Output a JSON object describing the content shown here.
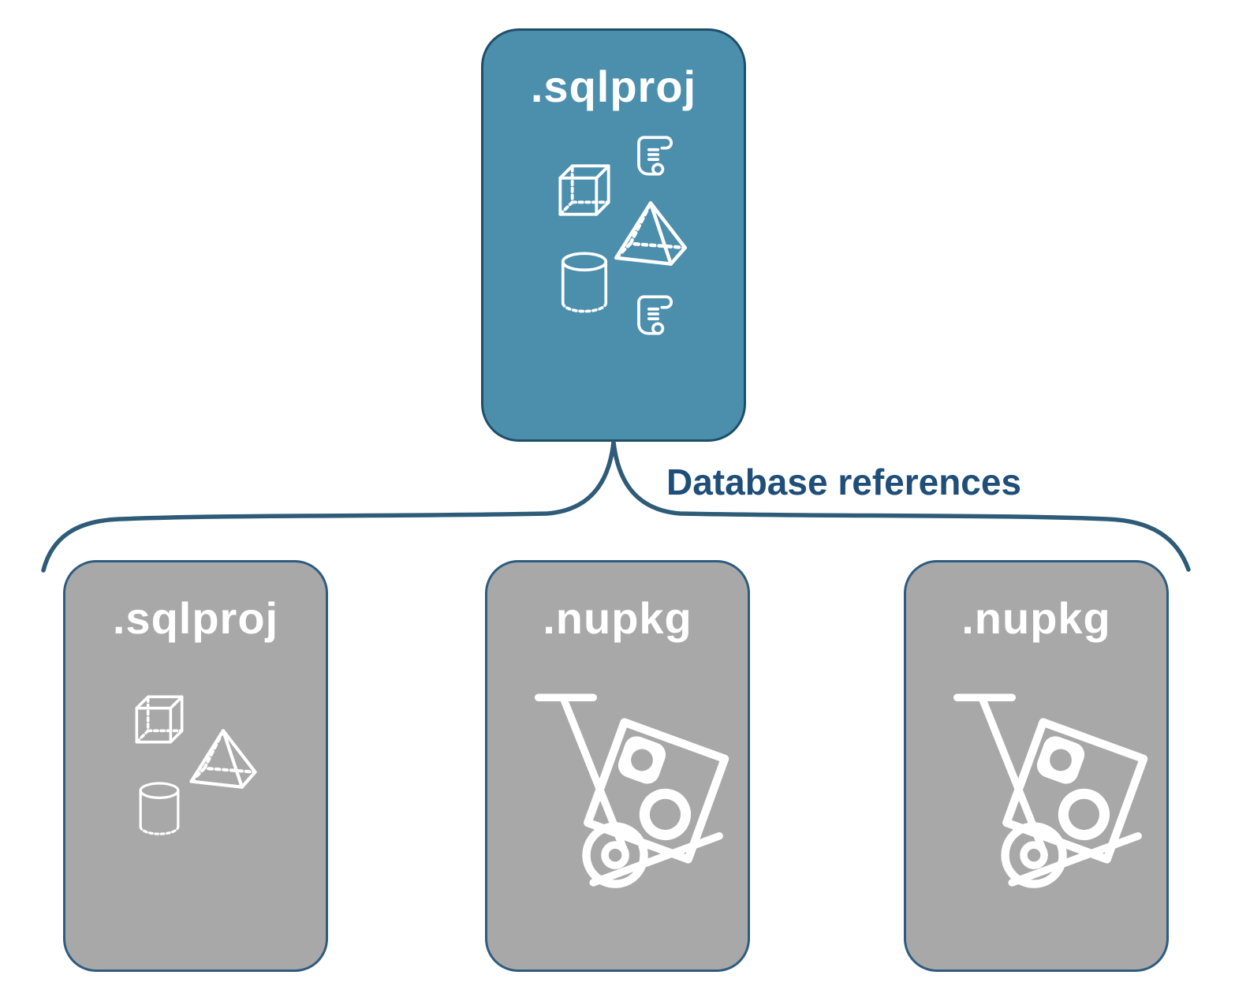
{
  "diagram": {
    "root": {
      "label": ".sqlproj",
      "type": "sql-project",
      "icons": [
        "scroll-icon",
        "cube-icon",
        "pyramid-icon",
        "cylinder-icon",
        "scroll-icon"
      ]
    },
    "edge_label": "Database references",
    "children": [
      {
        "label": ".sqlproj",
        "type": "sql-project",
        "icons": [
          "cube-icon",
          "pyramid-icon",
          "cylinder-icon"
        ]
      },
      {
        "label": ".nupkg",
        "type": "nuget-package",
        "icons": [
          "hand-truck-package-icon"
        ]
      },
      {
        "label": ".nupkg",
        "type": "nuget-package",
        "icons": [
          "hand-truck-package-icon"
        ]
      }
    ]
  },
  "colors": {
    "background": "#FFFFFF",
    "node_fill_primary": "#4B8FAD",
    "node_fill_secondary": "#A8A8A8",
    "node_border_primary": "#1E4F68",
    "node_border_secondary": "#2E5C7E",
    "connector": "#2E5B77",
    "edge_label_color": "#1F4E79",
    "label_color": "#FFFFFF",
    "icon_color": "#FFFFFF"
  }
}
